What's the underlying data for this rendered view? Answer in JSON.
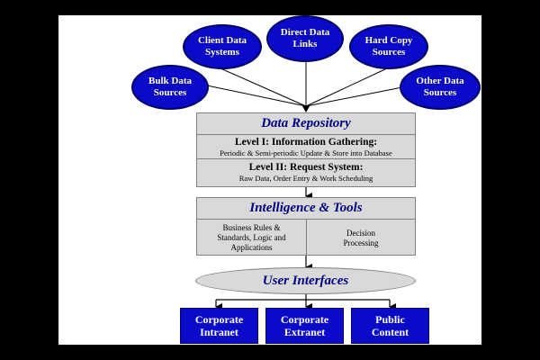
{
  "sources": [
    {
      "id": "bulk",
      "line1": "Bulk Data",
      "line2": "Sources"
    },
    {
      "id": "client",
      "line1": "Client Data",
      "line2": "Systems"
    },
    {
      "id": "direct",
      "line1": "Direct Data",
      "line2": "Links"
    },
    {
      "id": "hardcopy",
      "line1": "Hard Copy",
      "line2": "Sources"
    },
    {
      "id": "other",
      "line1": "Other Data",
      "line2": "Sources"
    }
  ],
  "repository": {
    "title": "Data Repository",
    "level1_title": "Level I: Information Gathering:",
    "level1_desc": "Periodic & Semi-periodic Update & Store into Database",
    "level2_title": "Level II: Request System:",
    "level2_desc": "Raw Data, Order Entry & Work Scheduling"
  },
  "intelligence": {
    "title": "Intelligence & Tools",
    "left_line1": "Business Rules &",
    "left_line2": "Standards, Logic and",
    "left_line3": "Applications",
    "right_line1": "Decision",
    "right_line2": "Processing"
  },
  "user_interfaces": {
    "title": "User Interfaces"
  },
  "outputs": [
    {
      "id": "intranet",
      "line1": "Corporate",
      "line2": "Intranet"
    },
    {
      "id": "extranet",
      "line1": "Corporate",
      "line2": "Extranet"
    },
    {
      "id": "public",
      "line1": "Public",
      "line2": "Content"
    }
  ],
  "colors": {
    "node_blue": "#0a0ac8",
    "title_navy": "#000080",
    "box_gray": "#d9d9d9"
  }
}
